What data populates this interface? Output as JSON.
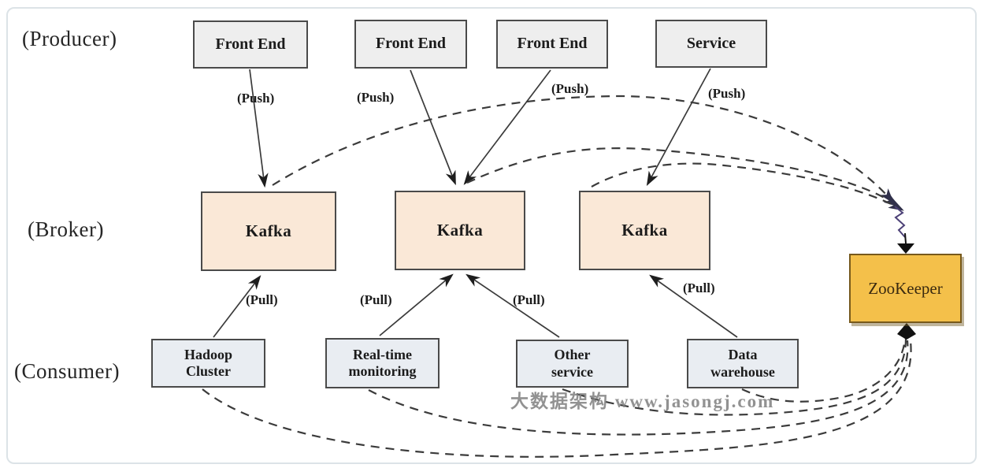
{
  "diagram": {
    "type": "architecture-flow",
    "subject": "Kafka messaging architecture",
    "row_labels": {
      "producer": "(Producer)",
      "broker": "(Broker)",
      "consumer": "(Consumer)"
    },
    "nodes": {
      "producers": [
        {
          "id": "frontend-1",
          "label": "Front End"
        },
        {
          "id": "frontend-2",
          "label": "Front End"
        },
        {
          "id": "frontend-3",
          "label": "Front End"
        },
        {
          "id": "service",
          "label": "Service"
        }
      ],
      "brokers": [
        {
          "id": "kafka-1",
          "label": "Kafka"
        },
        {
          "id": "kafka-2",
          "label": "Kafka"
        },
        {
          "id": "kafka-3",
          "label": "Kafka"
        }
      ],
      "consumers": [
        {
          "id": "hadoop-cluster",
          "label": "Hadoop Cluster"
        },
        {
          "id": "realtime-monitoring",
          "label": "Real-time monitoring"
        },
        {
          "id": "other-service",
          "label": "Other service"
        },
        {
          "id": "data-warehouse",
          "label": "Data warehouse"
        }
      ],
      "zookeeper": {
        "id": "zookeeper",
        "label": "ZooKeeper"
      }
    },
    "edge_labels": {
      "push": "(Push)",
      "pull": "(Pull)"
    },
    "edges": [
      {
        "from": "frontend-1",
        "to": "kafka-1",
        "label": "(Push)",
        "style": "solid-arrow"
      },
      {
        "from": "frontend-2",
        "to": "kafka-2",
        "label": "(Push)",
        "style": "solid-arrow"
      },
      {
        "from": "frontend-3",
        "to": "kafka-2",
        "label": "(Push)",
        "style": "solid-arrow"
      },
      {
        "from": "service",
        "to": "kafka-3",
        "label": "(Push)",
        "style": "solid-arrow"
      },
      {
        "from": "hadoop-cluster",
        "to": "kafka-1",
        "label": "(Pull)",
        "style": "solid-arrow"
      },
      {
        "from": "realtime-monitoring",
        "to": "kafka-2",
        "label": "(Pull)",
        "style": "solid-arrow"
      },
      {
        "from": "other-service",
        "to": "kafka-2",
        "label": "(Pull)",
        "style": "solid-arrow"
      },
      {
        "from": "data-warehouse",
        "to": "kafka-3",
        "label": "(Pull)",
        "style": "solid-arrow"
      },
      {
        "from": "kafka-1",
        "to": "zookeeper",
        "style": "dashed-arrow"
      },
      {
        "from": "kafka-2",
        "to": "zookeeper",
        "style": "dashed-arrow"
      },
      {
        "from": "kafka-3",
        "to": "zookeeper",
        "style": "dashed-arrow"
      },
      {
        "from": "hadoop-cluster",
        "to": "zookeeper",
        "style": "dashed-arrow"
      },
      {
        "from": "realtime-monitoring",
        "to": "zookeeper",
        "style": "dashed-arrow"
      },
      {
        "from": "other-service",
        "to": "zookeeper",
        "style": "dashed-arrow"
      },
      {
        "from": "data-warehouse",
        "to": "zookeeper",
        "style": "dashed-arrow"
      }
    ],
    "watermark": {
      "text": "大数据架构 www.jasongj.com"
    },
    "colors": {
      "producer_fill": "#eeeeee",
      "broker_fill": "#fae8d7",
      "consumer_fill": "#e9edf2",
      "zookeeper_fill": "#f4c04a",
      "zookeeper_border": "#77591c",
      "node_border": "#4a4a4a",
      "line": "#3b3b3b",
      "watermark_gray": "#7f7f7f",
      "frame_border": "#dce3e7"
    }
  }
}
